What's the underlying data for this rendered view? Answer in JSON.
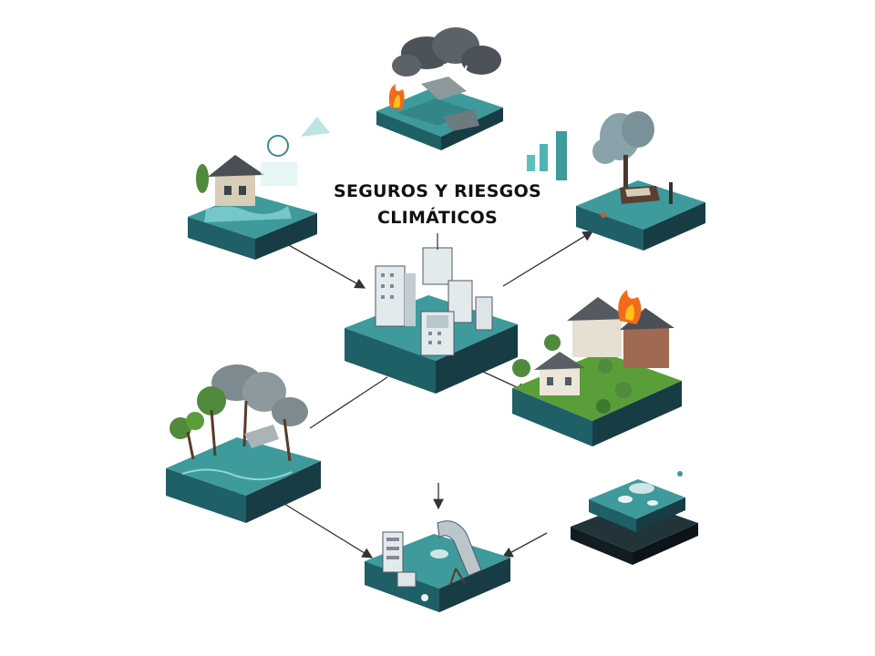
{
  "title": {
    "line1": "SEGUROS Y RIESGOS",
    "line2": "CLIMÁTICOS"
  },
  "colors": {
    "platform_top": "#3f9a9c",
    "platform_side": "#1f5f66",
    "platform_base": "#183c44",
    "water": "#4fb3b4",
    "grass": "#5a9e3a",
    "smoke": "#7d8a8f",
    "fire": "#f26a1b",
    "arrow": "#333333"
  },
  "tiles": [
    {
      "id": "storm-fire",
      "icon": "storm-cloud-fire-icon"
    },
    {
      "id": "flooded-house",
      "icon": "flooded-house-icon"
    },
    {
      "id": "chart-tree-flood",
      "icon": "bar-chart-tree-icon"
    },
    {
      "id": "city-center",
      "icon": "city-buildings-icon"
    },
    {
      "id": "house-fire",
      "icon": "house-fire-icon"
    },
    {
      "id": "flooded-forest",
      "icon": "flooded-forest-icon"
    },
    {
      "id": "device-box",
      "icon": "sensor-device-icon"
    },
    {
      "id": "infrastructure",
      "icon": "infrastructure-icon"
    }
  ]
}
